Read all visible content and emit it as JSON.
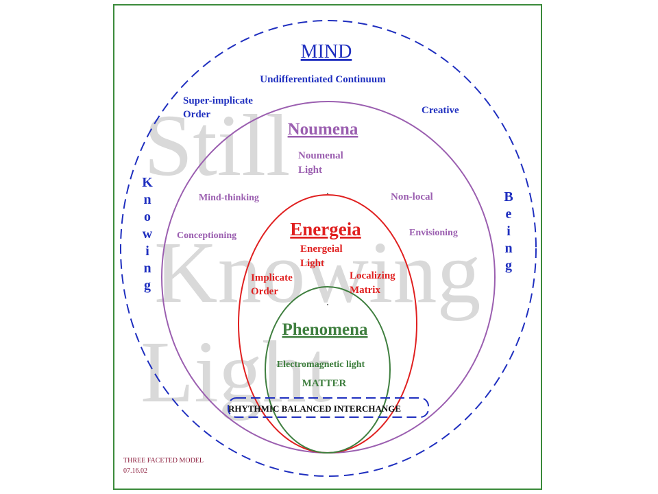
{
  "colors": {
    "frame": "#3a8a3a",
    "mind": "#1f2fbf",
    "noumena": "#9b5fb0",
    "energeia": "#e02020",
    "phenomena": "#3f7f3f",
    "watermark": "#d9d9d9",
    "caption": "#8a1a3a"
  },
  "watermark": {
    "line1": "Still",
    "line2": "Knowing",
    "line3": "Light"
  },
  "mind": {
    "title": "MIND",
    "subtitle": "Undifferentiated Continuum",
    "super_implicate_1": "Super-implicate",
    "super_implicate_2": "Order",
    "creative": "Creative",
    "knowing_letters": [
      "K",
      "n",
      "o",
      "w",
      "i",
      "n",
      "g"
    ],
    "being_letters": [
      "B",
      "e",
      "i",
      "n",
      "g"
    ]
  },
  "noumena": {
    "title": "Noumena",
    "light_1": "Noumenal",
    "light_2": "Light",
    "mind_thinking": "Mind-thinking",
    "non_local": "Non-local",
    "conceptioning": "Conceptioning",
    "envisioning": "Envisioning"
  },
  "energeia": {
    "title": "Energeia",
    "light_1": "Energeial",
    "light_2": "Light",
    "implicate_1": "Implicate",
    "implicate_2": "Order",
    "localizing_1": "Localizing",
    "localizing_2": "Matrix"
  },
  "phenomena": {
    "title": "Phenomena",
    "em_light": "Electromagnetic light",
    "matter": "MATTER"
  },
  "interchange": "RHYTHMIC BALANCED INTERCHANGE",
  "caption": {
    "line1": "THREE FACETED MODEL",
    "line2": "07.16.02"
  }
}
